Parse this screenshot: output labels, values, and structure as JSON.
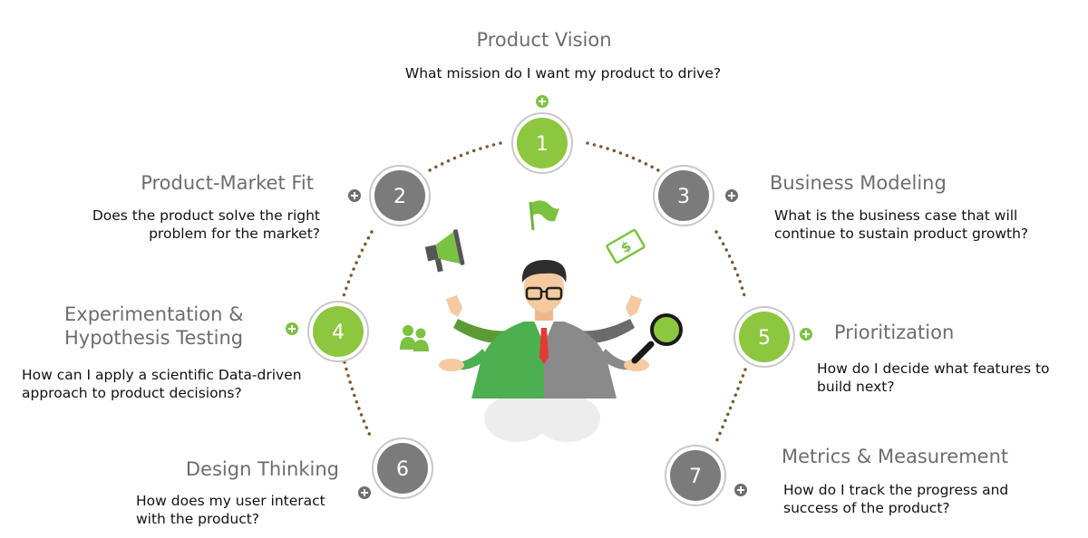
{
  "colors": {
    "green": "#8dc63f",
    "gray": "#7b7b7b",
    "dots": "#7a5a32",
    "plus_green": "#7cc242",
    "plus_gray": "#6e6e6e"
  },
  "steps": [
    {
      "number": "1",
      "title": "Product Vision",
      "question": [
        "What mission do I want my product to drive?"
      ],
      "color": "green"
    },
    {
      "number": "2",
      "title": "Product-Market Fit",
      "question": [
        "Does the product solve the right",
        "problem for the market?"
      ],
      "color": "gray"
    },
    {
      "number": "3",
      "title": "Business Modeling",
      "question": [
        "What is the business case that will",
        "continue to sustain product growth?"
      ],
      "color": "gray"
    },
    {
      "number": "4",
      "title": "Experimentation &",
      "title2": "Hypothesis Testing",
      "question": [
        "How can I apply a scientific Data-driven",
        "approach to product decisions?"
      ],
      "color": "green"
    },
    {
      "number": "5",
      "title": "Prioritization",
      "question": [
        "How do I decide what features to",
        "build next?"
      ],
      "color": "green"
    },
    {
      "number": "6",
      "title": "Design Thinking",
      "question": [
        "How does my user interact",
        "with the product?"
      ],
      "color": "gray"
    },
    {
      "number": "7",
      "title": "Metrics & Measurement",
      "question": [
        "How do I track the progress and",
        "success of the product?"
      ],
      "color": "gray"
    }
  ],
  "icons": [
    "flag-icon",
    "megaphone-icon",
    "money-icon",
    "users-icon",
    "magnifier-icon",
    "businessman-illustration",
    "cloud-icon"
  ]
}
